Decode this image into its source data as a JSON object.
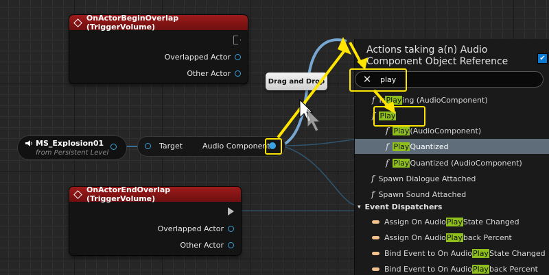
{
  "colors": {
    "accent_yellow": "#ffe500",
    "highlight": "#8fbf1c",
    "event_header": "#9d1b1b",
    "selected_row": "#5f6d7a",
    "pin_blue": "#3aa4e0"
  },
  "begin_node": {
    "title": "OnActorBeginOverlap (TriggerVolume)",
    "pin1": "Overlapped Actor",
    "pin2": "Other Actor"
  },
  "end_node": {
    "title": "OnActorEndOverlap (TriggerVolume)",
    "pin1": "Overlapped Actor",
    "pin2": "Other Actor"
  },
  "var_node": {
    "name": "MS_Explosion01",
    "subtitle": "from Persistent Level",
    "icon": "speaker-icon"
  },
  "get_node": {
    "target": "Target",
    "output": "Audio Component"
  },
  "tooltip": "Drag and Drop",
  "panel": {
    "title": "Actions taking a(n) Audio Component Object Reference",
    "search": "play",
    "items": [
      {
        "pre": "Is ",
        "hl": "Play",
        "post": "ing (AudioComponent)"
      },
      {
        "pre": "",
        "hl": "Play",
        "post": ""
      },
      {
        "pre": "",
        "hl": "Play",
        "post": " (AudioComponent)"
      },
      {
        "pre": "",
        "hl": "Play",
        "post": " Quantized"
      },
      {
        "pre": "",
        "hl": "Play",
        "post": " Quantized (AudioComponent)"
      },
      {
        "text": "Spawn Dialogue Attached"
      },
      {
        "text": "Spawn Sound Attached"
      }
    ],
    "category": "Event Dispatchers",
    "events": [
      {
        "pre": "Assign On Audio ",
        "hl": "Play",
        "post": " State Changed"
      },
      {
        "pre": "Assign On Audio ",
        "hl": "Play",
        "post": "back Percent"
      },
      {
        "pre": "Bind Event to On Audio ",
        "hl": "Play",
        "post": " State Changed"
      },
      {
        "pre": "Bind Event to On Audio ",
        "hl": "Play",
        "post": "back Percent"
      }
    ]
  }
}
